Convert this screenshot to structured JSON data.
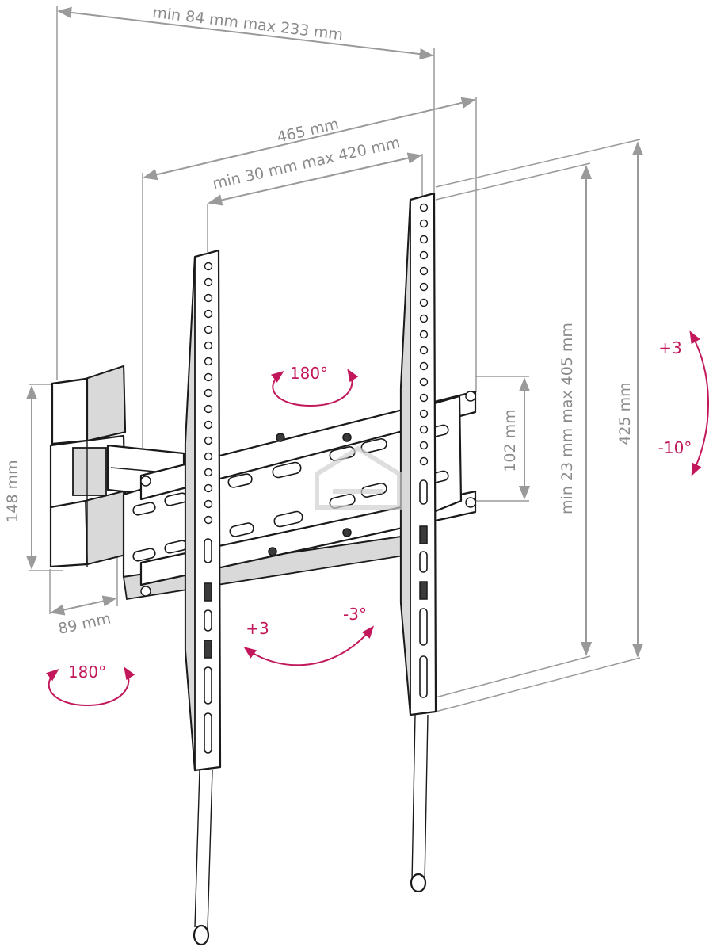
{
  "dimensions": {
    "arm_extension": "min 84 mm max 233 mm",
    "total_width": "465 mm",
    "vesa_horizontal": "min 30 mm max 420 mm",
    "wall_plate_height": "148 mm",
    "wall_plate_depth": "89 mm",
    "rail_spacing": "102 mm",
    "vesa_vertical": "min 23 mm max 405 mm",
    "total_height": "425 mm"
  },
  "rotations": {
    "swivel_center": "180°",
    "swivel_wall": "180°",
    "tilt_horizontal_plus": "+3",
    "tilt_horizontal_minus": "-3°",
    "tilt_vertical_plus": "+3",
    "tilt_vertical_minus": "-10°"
  },
  "icons": [
    "wall-plate-icon",
    "arm-icon",
    "tv-bracket-icon",
    "watermark-icon"
  ],
  "colors": {
    "dimension": "#8a8a8a",
    "rotation": "#c2185b",
    "outline": "#1a1a1a"
  }
}
